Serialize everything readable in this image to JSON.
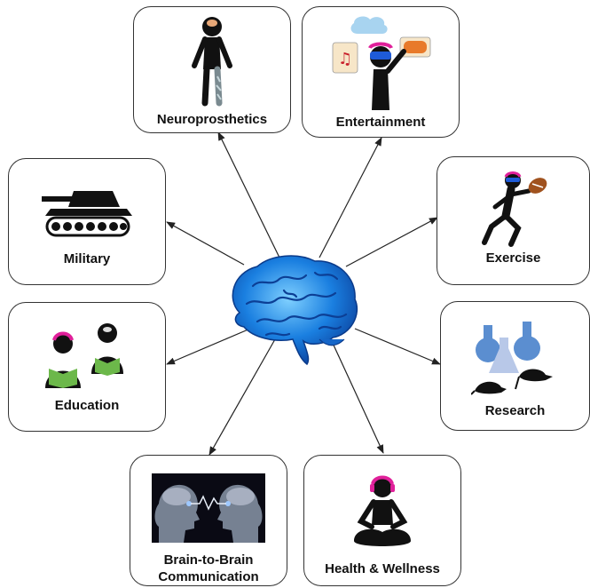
{
  "center": {
    "icon": "brain-icon",
    "color": "#1a7fe0"
  },
  "applications": [
    {
      "id": "neuroprosthetics",
      "label": "Neuroprosthetics",
      "icon": "prosthetic-leg-person-icon"
    },
    {
      "id": "entertainment",
      "label": "Entertainment",
      "icon": "vr-headset-gaming-icon"
    },
    {
      "id": "military",
      "label": "Military",
      "icon": "tank-icon"
    },
    {
      "id": "exercise",
      "label": "Exercise",
      "icon": "running-person-with-ball-icon"
    },
    {
      "id": "education",
      "label": "Education",
      "icon": "students-reading-icon"
    },
    {
      "id": "research",
      "label": "Research",
      "icon": "lab-flasks-mice-icon"
    },
    {
      "id": "brain-to-brain",
      "label_line1": "Brain-to-Brain",
      "label_line2": "Communication",
      "icon": "two-heads-facing-icon"
    },
    {
      "id": "health-wellness",
      "label": "Health & Wellness",
      "icon": "meditating-person-icon"
    }
  ],
  "colors": {
    "headset": "#e0209a",
    "visor": "#1e5bd8",
    "arrow": "#222222"
  }
}
